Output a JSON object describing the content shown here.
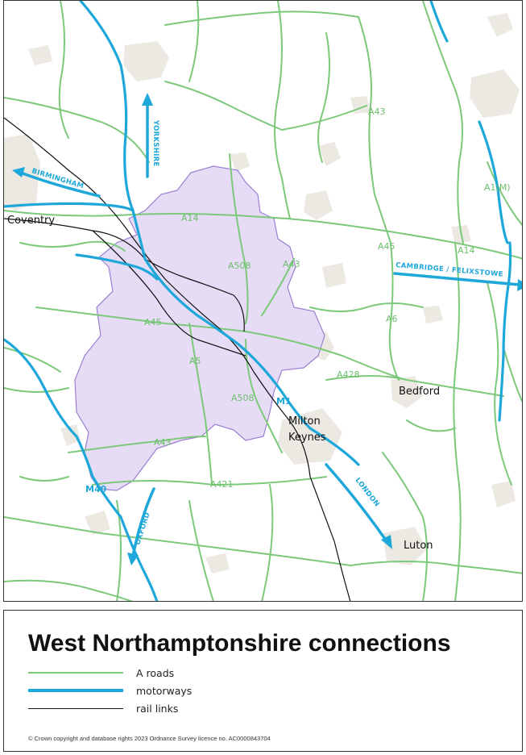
{
  "map": {
    "road_labels": [
      "A43",
      "A1(M)",
      "A14",
      "A14",
      "A508",
      "A43",
      "A45",
      "A45",
      "A6",
      "A5",
      "A428",
      "A508",
      "A43",
      "A421"
    ],
    "motorway_labels": [
      "M1",
      "M40"
    ],
    "direction_labels": [
      "YORKSHIRE",
      "BIRMINGHAM",
      "CAMBRIDGE / FELIXSTOWE",
      "LONDON",
      "OXFORD"
    ],
    "town_labels": [
      "Coventry",
      "Bedford",
      "Milton",
      "Keynes",
      "Luton"
    ],
    "colors": {
      "a_road": "#7cc97a",
      "motorway": "#1ea7d9",
      "rail": "#111111",
      "district_fill": "#e6dcf5",
      "district_border": "#9a7fd1",
      "urban": "#ece9e2"
    }
  },
  "legend": {
    "title": "West Northamptonshire connections",
    "items": [
      {
        "label": "A roads",
        "color": "#7cc97a"
      },
      {
        "label": "motorways",
        "color": "#1ea7d9"
      },
      {
        "label": "rail links",
        "color": "#111111"
      }
    ],
    "copyright": "© Crown copyright and database rights 2023 Ordnance Survey licence no. AC0000843704"
  }
}
